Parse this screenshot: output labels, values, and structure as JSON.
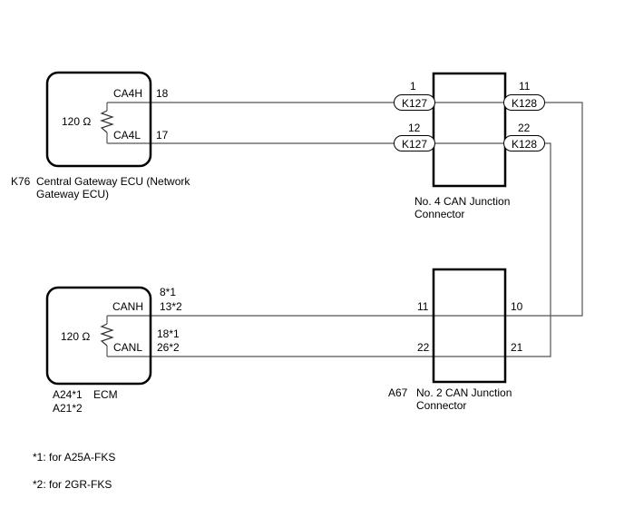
{
  "diagram": {
    "type": "wiring",
    "components": {
      "gateway": {
        "code": "K76",
        "name_line1": "Central Gateway ECU (Network",
        "name_line2": "Gateway ECU)",
        "resistor": "120 Ω",
        "pin_high": {
          "label": "CA4H",
          "terminal": "18"
        },
        "pin_low": {
          "label": "CA4L",
          "terminal": "17"
        }
      },
      "ecm": {
        "code_line1": "A24*1",
        "code_line2": "A21*2",
        "name": "ECM",
        "resistor": "120 Ω",
        "pin_high": {
          "label": "CANH",
          "terminal_line1": "8*1",
          "terminal_line2": "13*2"
        },
        "pin_low": {
          "label": "CANL",
          "terminal_line1": "18*1",
          "terminal_line2": "26*2"
        }
      },
      "jc4": {
        "name_line1": "No. 4 CAN Junction",
        "name_line2": "Connector",
        "left_top": {
          "connector": "K127",
          "terminal": "1"
        },
        "left_bottom": {
          "connector": "K127",
          "terminal": "12"
        },
        "right_top": {
          "connector": "K128",
          "terminal": "11"
        },
        "right_bottom": {
          "connector": "K128",
          "terminal": "22"
        }
      },
      "jc2": {
        "code": "A67",
        "name_line1": "No. 2 CAN Junction",
        "name_line2": "Connector",
        "left_top": {
          "terminal": "11"
        },
        "left_bottom": {
          "terminal": "22"
        },
        "right_top": {
          "terminal": "10"
        },
        "right_bottom": {
          "terminal": "21"
        }
      }
    },
    "notes": [
      "*1: for A25A-FKS",
      "*2: for 2GR-FKS"
    ]
  }
}
